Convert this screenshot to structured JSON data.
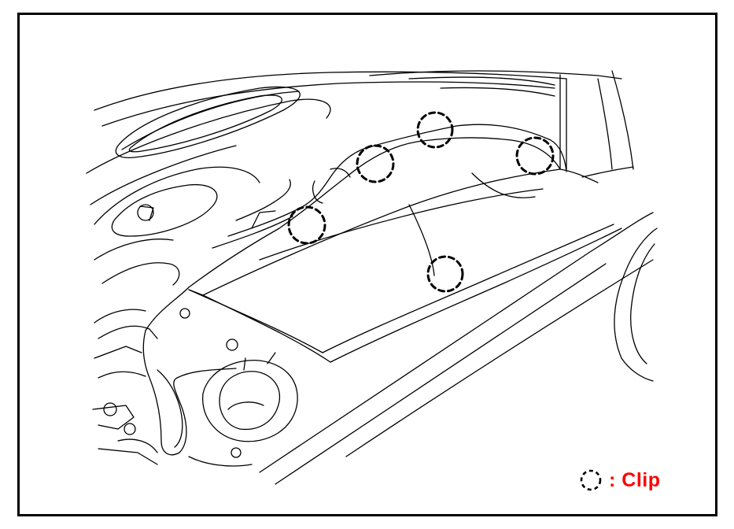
{
  "legend": {
    "symbol": "dashed-circle-icon",
    "label": ": Clip",
    "label_color": "#ff0000"
  },
  "colors": {
    "line": "#000000",
    "background": "#ffffff",
    "frame": "#000000"
  },
  "clips": [
    {
      "id": "clip-1",
      "name": "clip-upper-middle"
    },
    {
      "id": "clip-2",
      "name": "clip-upper-right"
    },
    {
      "id": "clip-3",
      "name": "clip-upper-left"
    },
    {
      "id": "clip-4",
      "name": "clip-left"
    },
    {
      "id": "clip-5",
      "name": "clip-front-center"
    }
  ]
}
